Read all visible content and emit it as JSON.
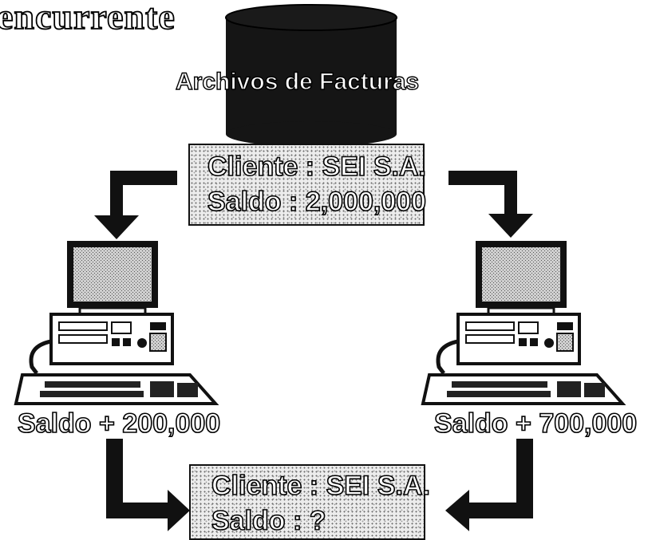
{
  "title": "encurrente",
  "database": {
    "label": "Archivos de Facturas"
  },
  "record_top": {
    "line1": "Cliente : SEI S.A.",
    "line2": "Saldo : 2,000,000"
  },
  "left_terminal": {
    "label": "Saldo + 200,000"
  },
  "right_terminal": {
    "label": "Saldo + 700,000"
  },
  "record_bottom": {
    "line1": "Cliente : SEI S.A.",
    "line2": "Saldo : ?"
  }
}
